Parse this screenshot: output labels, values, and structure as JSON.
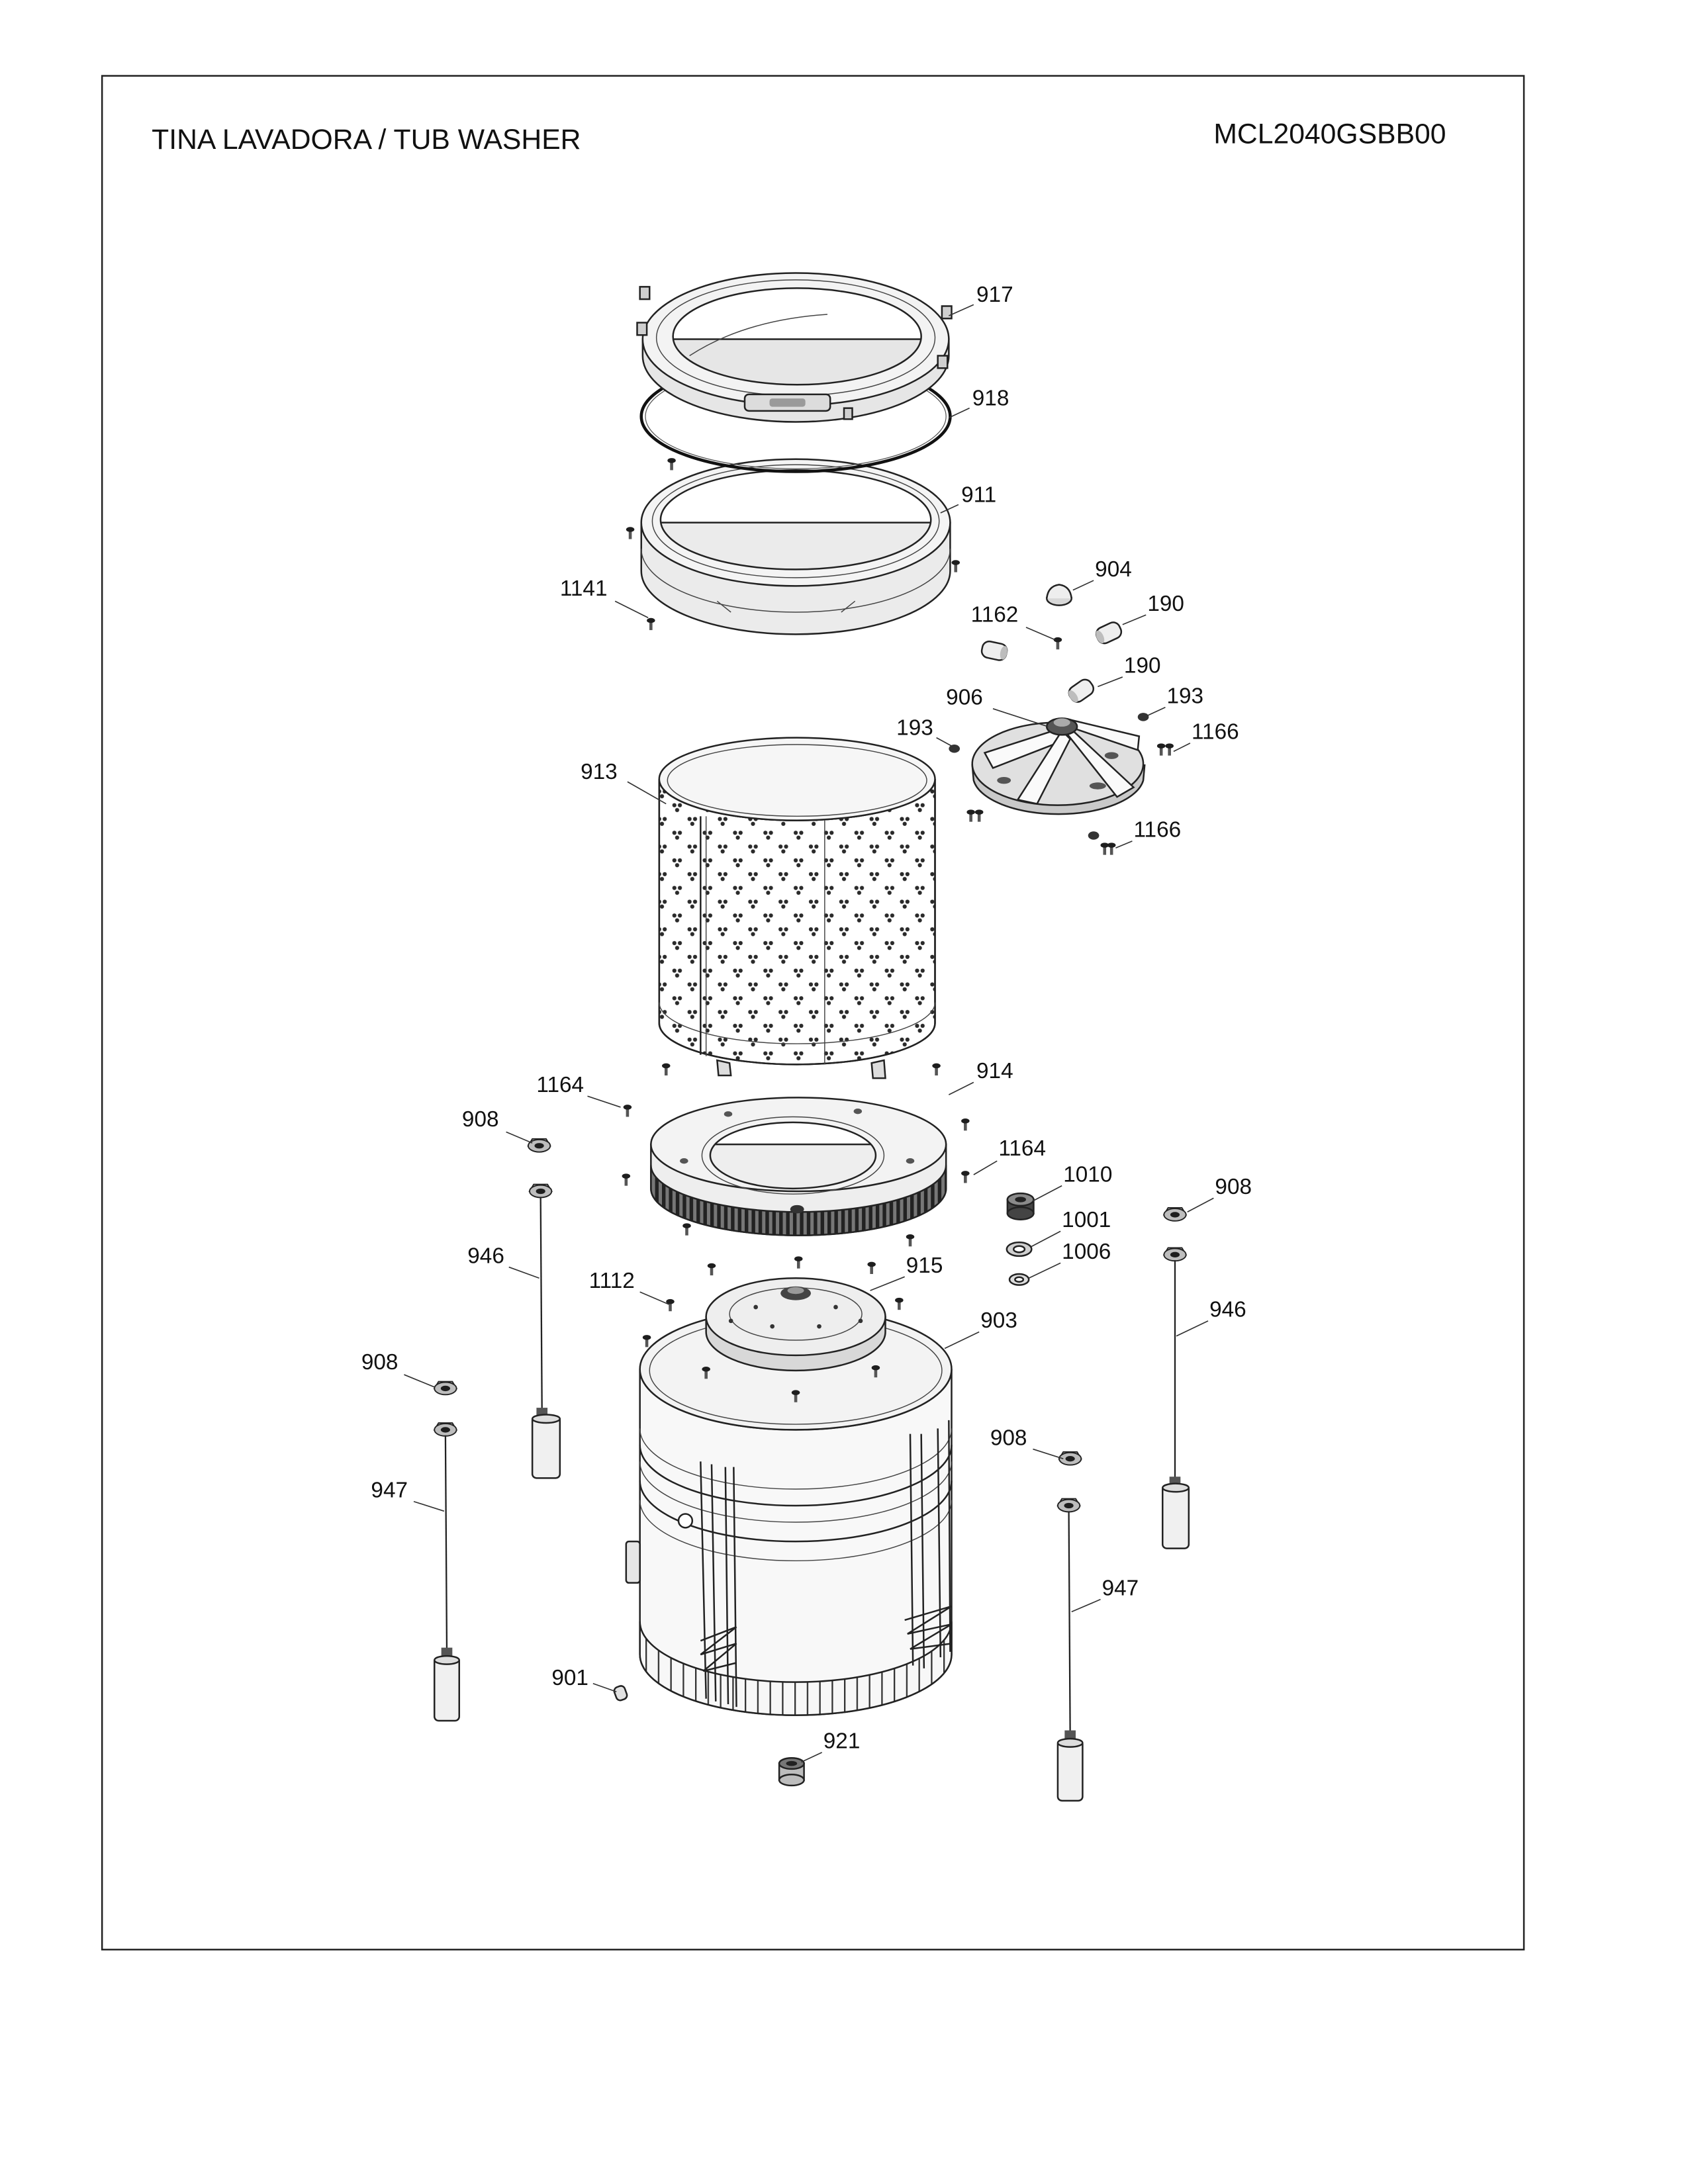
{
  "header": {
    "title": "TINA LAVADORA / TUB WASHER",
    "model": "MCL2040GSBB00"
  },
  "callouts": [
    "917",
    "918",
    "911",
    "1141",
    "904",
    "1162",
    "190",
    "190",
    "906",
    "193",
    "193",
    "1166",
    "1166",
    "913",
    "914",
    "1164",
    "908",
    "1164",
    "1010",
    "908",
    "1001",
    "1006",
    "946",
    "1112",
    "915",
    "903",
    "946",
    "908",
    "908",
    "947",
    "947",
    "901",
    "921"
  ]
}
